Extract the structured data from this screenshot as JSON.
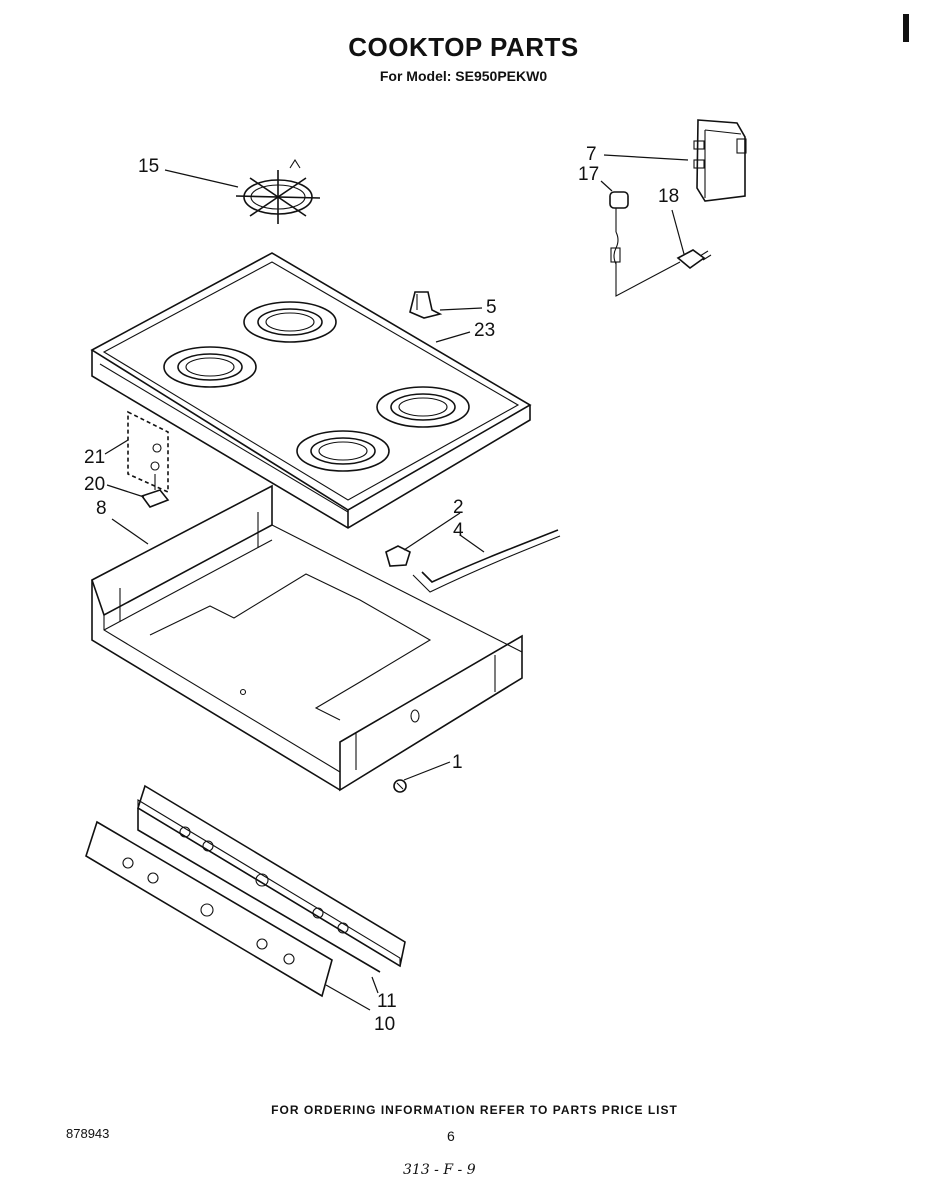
{
  "header": {
    "title": "COOKTOP PARTS",
    "subtitle": "For Model: SE950PEKW0"
  },
  "callouts": [
    "15",
    "7",
    "17",
    "18",
    "5",
    "23",
    "21",
    "20",
    "8",
    "2",
    "4",
    "1",
    "11",
    "10"
  ],
  "footer": {
    "ordering_note": "FOR ORDERING INFORMATION REFER TO PARTS PRICE LIST",
    "doc_number": "878943",
    "page_number": "6",
    "handwritten_code": "313 - F - 9"
  }
}
